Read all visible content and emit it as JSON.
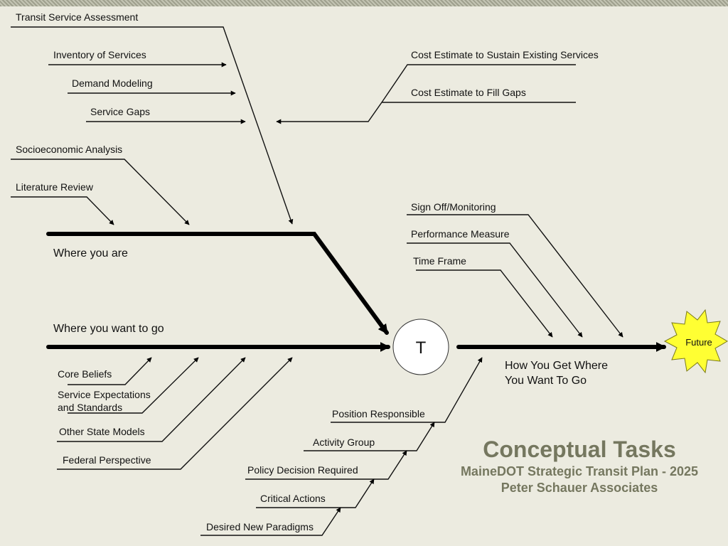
{
  "labels": {
    "transit_service_assessment": "Transit Service Assessment",
    "inventory_of_services": "Inventory of Services",
    "demand_modeling": "Demand Modeling",
    "service_gaps": "Service Gaps",
    "socioeconomic_analysis": "Socioeconomic Analysis",
    "literature_review": "Literature Review",
    "cost_estimate_sustain": "Cost Estimate to Sustain Existing Services",
    "cost_estimate_fill": "Cost Estimate to Fill Gaps",
    "where_you_are": "Where you are",
    "where_you_want_to_go": "Where you want to go",
    "core_beliefs": "Core Beliefs",
    "service_expectations_1": "Service Expectations",
    "service_expectations_2": "and Standards",
    "other_state_models": "Other State Models",
    "federal_perspective": "Federal Perspective",
    "sign_off_monitoring": "Sign Off/Monitoring",
    "performance_measure": "Performance Measure",
    "time_frame": "Time Frame",
    "how_you_get_1": "How You Get Where",
    "how_you_get_2": "You Want To Go",
    "position_responsible": "Position Responsible",
    "activity_group": "Activity Group",
    "policy_decision_required": "Policy Decision Required",
    "critical_actions": "Critical Actions",
    "desired_new_paradigms": "Desired New Paradigms",
    "t_node": "T",
    "future": "Future"
  },
  "title": {
    "main": "Conceptual Tasks",
    "line1": "MaineDOT Strategic Transit Plan - 2025",
    "line2": "Peter Schauer Associates"
  },
  "colors": {
    "background": "#ecebe0",
    "title": "#75775f",
    "sun": "#ffff33"
  }
}
